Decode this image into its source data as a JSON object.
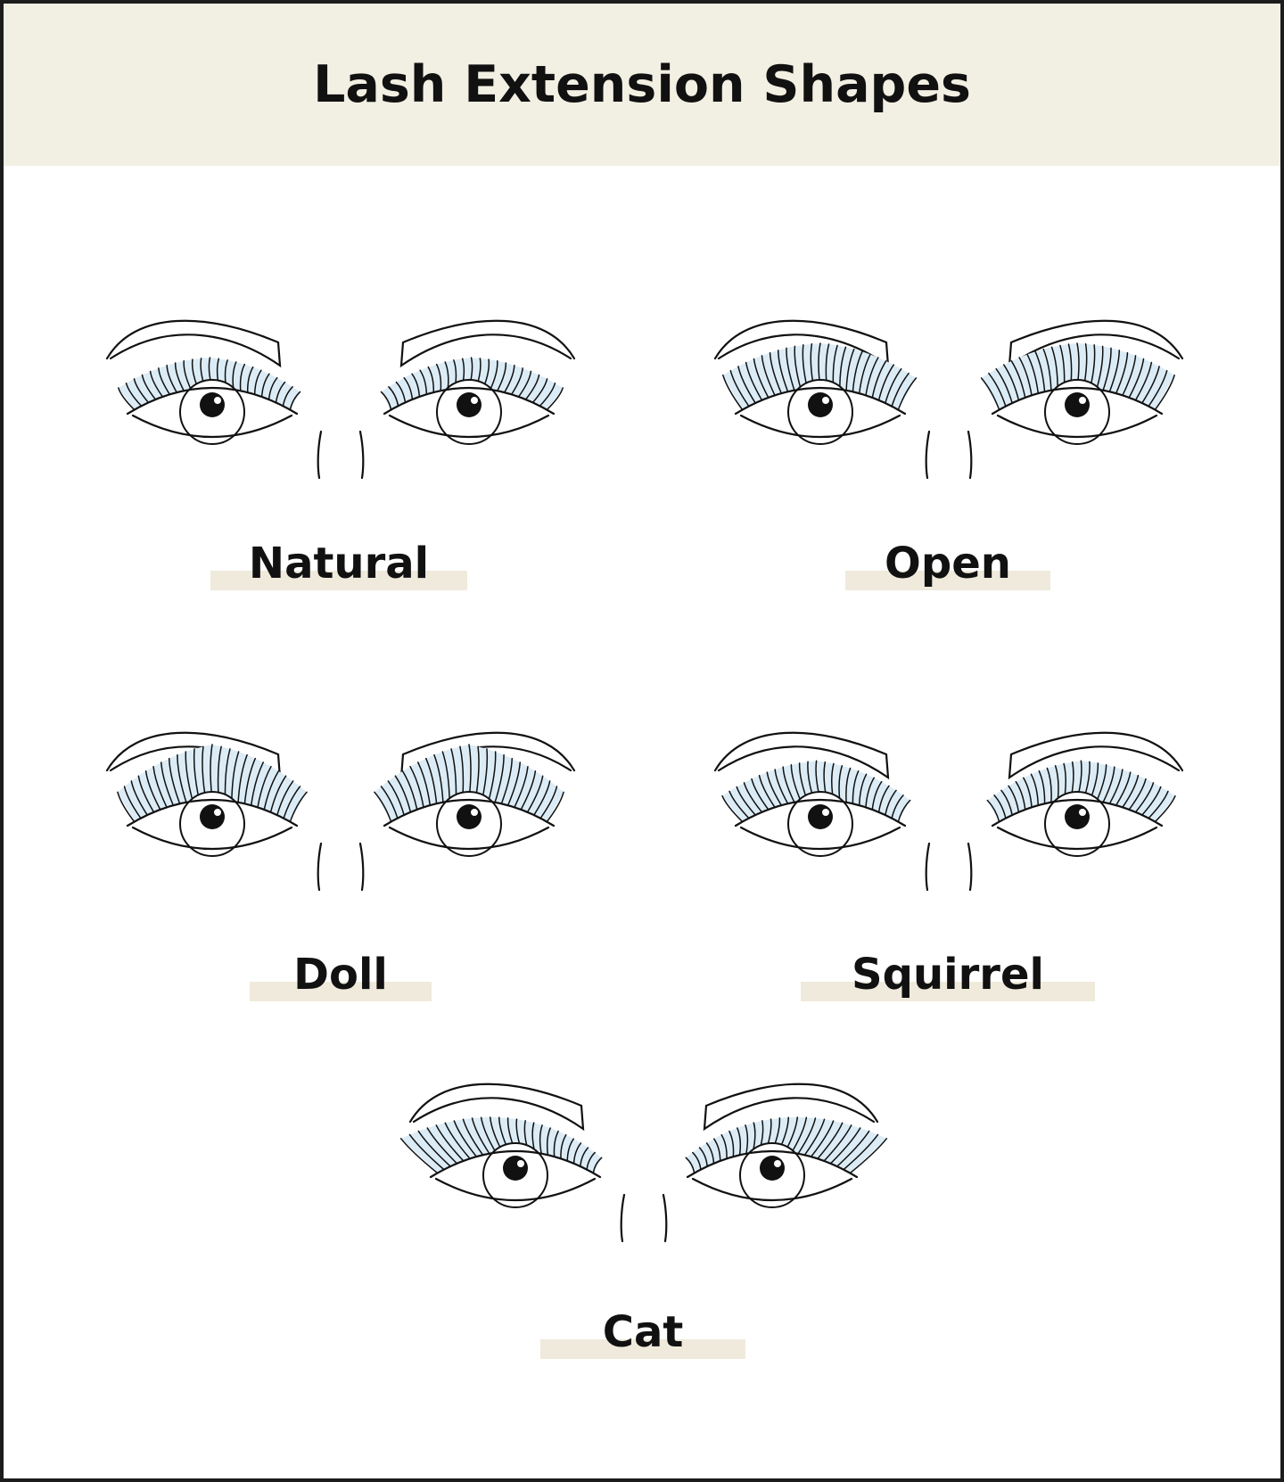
{
  "title": "Lash Extension Shapes",
  "shapes": [
    {
      "key": "natural",
      "label": "Natural"
    },
    {
      "key": "open",
      "label": "Open"
    },
    {
      "key": "doll",
      "label": "Doll"
    },
    {
      "key": "squirrel",
      "label": "Squirrel"
    },
    {
      "key": "cat",
      "label": "Cat"
    }
  ],
  "colors": {
    "header_background": "#f2efe3",
    "label_highlight": "#efeadb",
    "lash_fill": "#dcecf6",
    "line": "#111111"
  }
}
